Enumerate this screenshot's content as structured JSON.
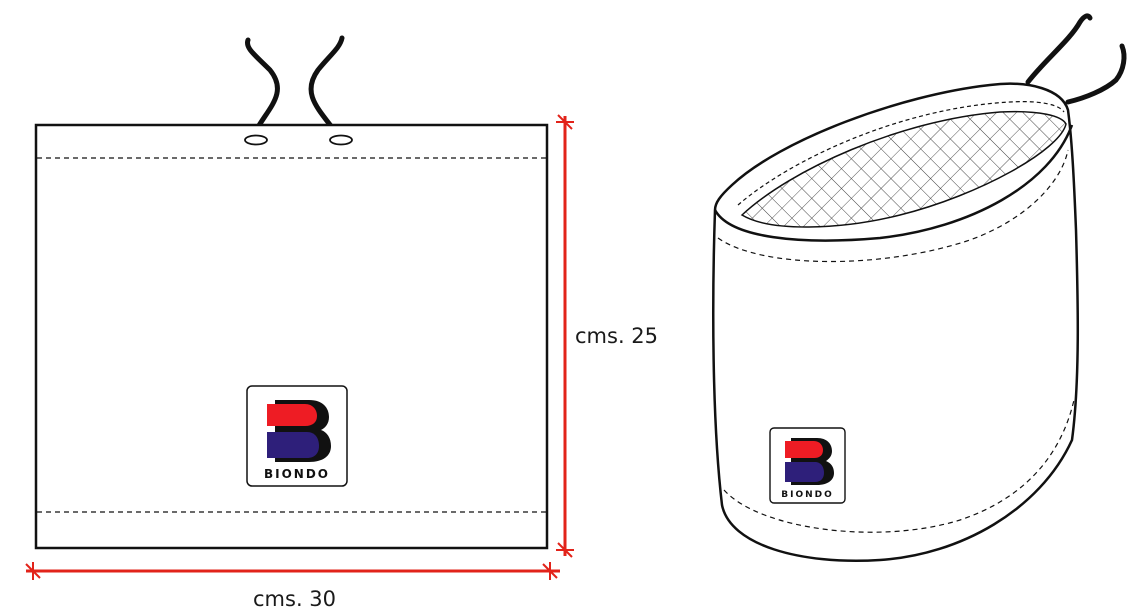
{
  "dimensions": {
    "height_label": "cms. 25",
    "width_label": "cms. 30"
  },
  "logo": {
    "text": "BIONDO",
    "colors": {
      "top": "#ee1c24",
      "bottom": "#2e1f7a",
      "outline": "#111111"
    }
  },
  "colors": {
    "dimension_line": "#e2231a",
    "outline": "#111111",
    "mesh": "#444444"
  }
}
